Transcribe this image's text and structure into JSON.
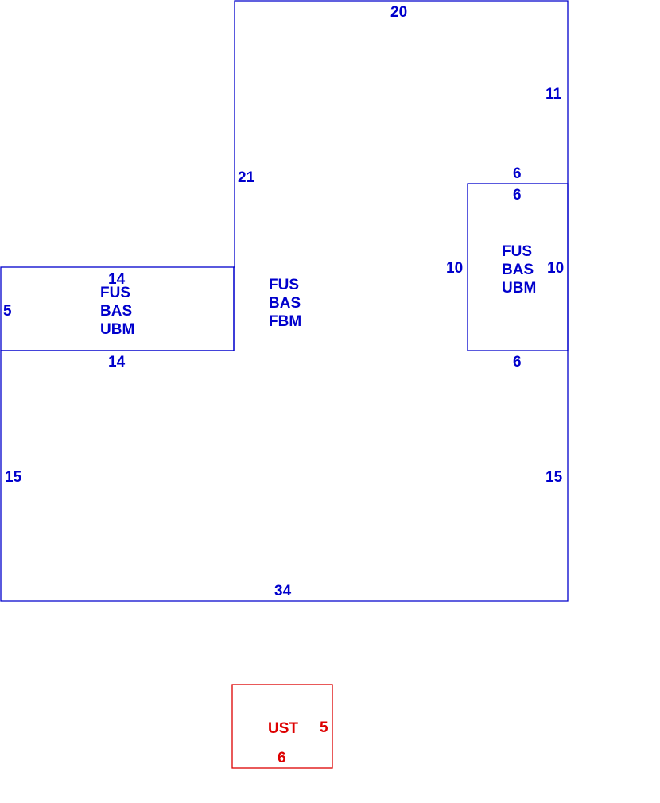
{
  "colors": {
    "main": "#0000cc",
    "aux": "#dd0000"
  },
  "main_structure": {
    "area_codes": [
      "FUS",
      "BAS",
      "FBM"
    ],
    "dims": {
      "top": "20",
      "right_upper": "11",
      "left_upper": "21",
      "left_lower": "15",
      "right_lower": "15",
      "bottom": "34"
    }
  },
  "left_wing": {
    "area_codes": [
      "FUS",
      "BAS",
      "UBM"
    ],
    "dims": {
      "top": "14",
      "bottom": "14",
      "left": "5"
    }
  },
  "right_wing": {
    "area_codes": [
      "FUS",
      "BAS",
      "UBM"
    ],
    "dims": {
      "above": "6",
      "top": "6",
      "left": "10",
      "right": "10",
      "bottom": "6"
    }
  },
  "detached": {
    "area_code": "UST",
    "dims": {
      "right": "5",
      "bottom": "6"
    }
  }
}
